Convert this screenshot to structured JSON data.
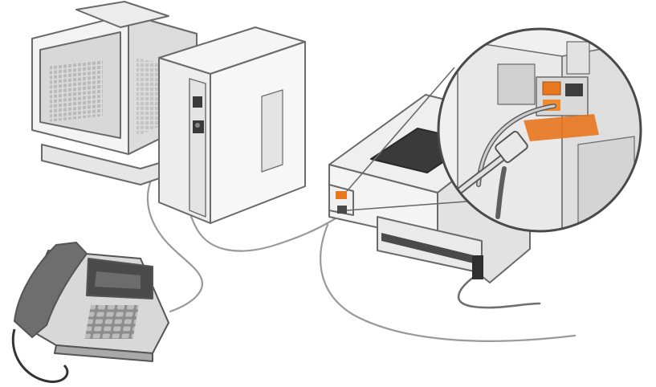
{
  "diagram": {
    "components": [
      {
        "id": "monitor",
        "icon": "crt-monitor-icon"
      },
      {
        "id": "computer_tower",
        "icon": "desktop-tower-icon"
      },
      {
        "id": "telephone",
        "icon": "desk-telephone-icon"
      },
      {
        "id": "printer",
        "icon": "all-in-one-printer-icon"
      },
      {
        "id": "magnified_ports",
        "icon": "port-closeup-icon"
      }
    ],
    "connections": [
      {
        "from": "computer_tower",
        "to": "telephone",
        "kind": "phone-cable"
      },
      {
        "from": "computer_tower",
        "to": "printer",
        "kind": "phone-cable"
      },
      {
        "from": "printer",
        "to": "wall",
        "kind": "phone-cable"
      },
      {
        "from": "printer",
        "to": "outlet",
        "kind": "power-cord"
      }
    ],
    "colors": {
      "device_body": "#f1f1f1",
      "device_outline": "#6a6a6a",
      "cable": "#9a9a9a",
      "highlight_port": "#e8771e",
      "phone_handset": "#6e6e6e"
    }
  }
}
